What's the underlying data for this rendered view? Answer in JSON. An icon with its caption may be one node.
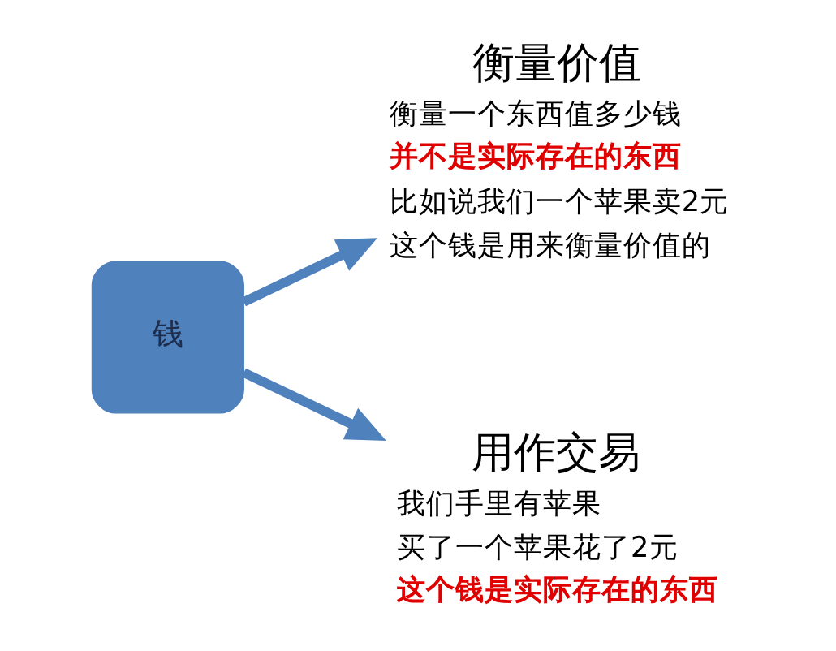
{
  "diagram": {
    "nodes": [
      {
        "text": [
          "钱"
        ]
      },
      {
        "text": [
          "衡量价值",
          "衡量一个东西值多少钱",
          "并不是实际存在的东西",
          "比如说我们一个苹果卖2元",
          "这个钱是用来衡量价值的"
        ]
      },
      {
        "text": [
          "用作交易",
          "我们手里有苹果",
          "买了一个苹果花了2元",
          "这个钱是实际存在的东西"
        ]
      }
    ],
    "edges": [
      {
        "from": 0,
        "to": 1,
        "arrow": "to"
      },
      {
        "from": 0,
        "to": 2,
        "arrow": "to"
      }
    ]
  }
}
